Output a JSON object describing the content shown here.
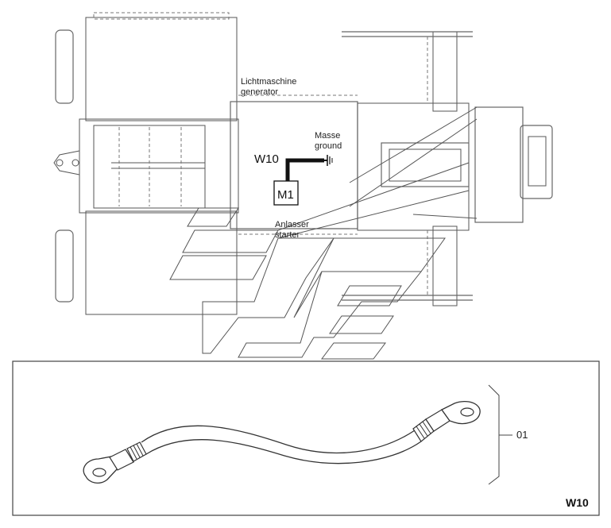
{
  "labels": {
    "generator_de": "Lichtmaschine",
    "generator_en": "generator",
    "ground_de": "Masse",
    "ground_en": "ground",
    "starter_de": "Anlasser",
    "starter_en": "starter",
    "cable_id": "W10",
    "motor_id": "M1",
    "part_number": "01",
    "panel_code": "W10"
  },
  "colors": {
    "line": "#555555",
    "highlight": "#111111",
    "background": "#ffffff"
  }
}
